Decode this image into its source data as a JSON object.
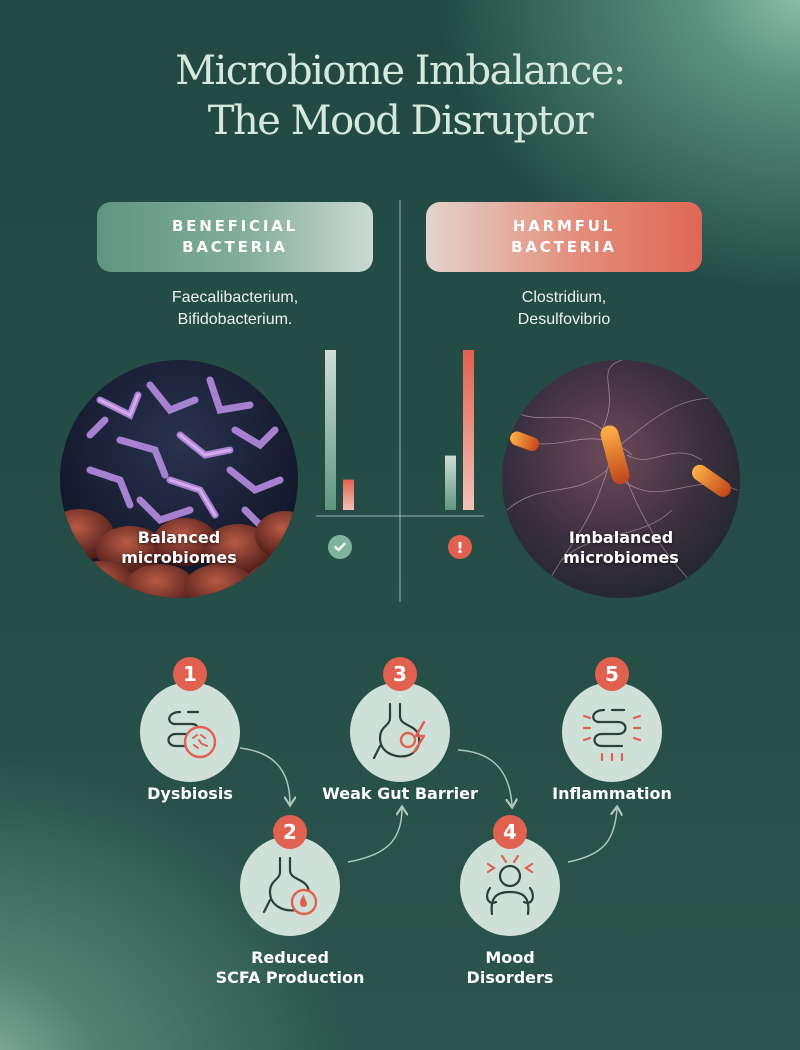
{
  "title": {
    "line1": "Microbiome Imbalance:",
    "line2": "The Mood Disruptor"
  },
  "beneficial": {
    "pill_line1": "BENEFICIAL",
    "pill_line2": "BACTERIA",
    "species_line1": "Faecalibacterium,",
    "species_line2": "Bifidobacterium.",
    "image_label_line1": "Balanced",
    "image_label_line2": "microbiomes",
    "status_icon": "check-icon"
  },
  "harmful": {
    "pill_line1": "HARMFUL",
    "pill_line2": "BACTERIA",
    "species_line1": "Clostridium,",
    "species_line2": "Desulfovibrio",
    "image_label_line1": "Imbalanced",
    "image_label_line2": "microbiomes",
    "status_icon": "exclamation-icon"
  },
  "colors": {
    "beneficial": "#6aa089",
    "harmful": "#e0614f",
    "step_circle": "#cfe0d8",
    "title": "#d6e8dd"
  },
  "chart_data": [
    {
      "type": "bar",
      "categories": [
        "Beneficial",
        "Harmful"
      ],
      "values": [
        1.0,
        0.19
      ]
    },
    {
      "type": "bar",
      "categories": [
        "Beneficial",
        "Harmful"
      ],
      "values": [
        0.34,
        1.0
      ]
    }
  ],
  "steps": [
    {
      "number": "1",
      "label_line1": "Dysbiosis",
      "label_line2": "",
      "icon": "intestine-bacteria-icon"
    },
    {
      "number": "2",
      "label_line1": "Reduced",
      "label_line2": "SCFA Production",
      "icon": "stomach-drop-icon"
    },
    {
      "number": "3",
      "label_line1": "Weak Gut Barrier",
      "label_line2": "",
      "icon": "stomach-lightning-icon"
    },
    {
      "number": "4",
      "label_line1": "Mood",
      "label_line2": "Disorders",
      "icon": "stressed-person-icon"
    },
    {
      "number": "5",
      "label_line1": "Inflammation",
      "label_line2": "",
      "icon": "inflamed-intestine-icon"
    }
  ]
}
